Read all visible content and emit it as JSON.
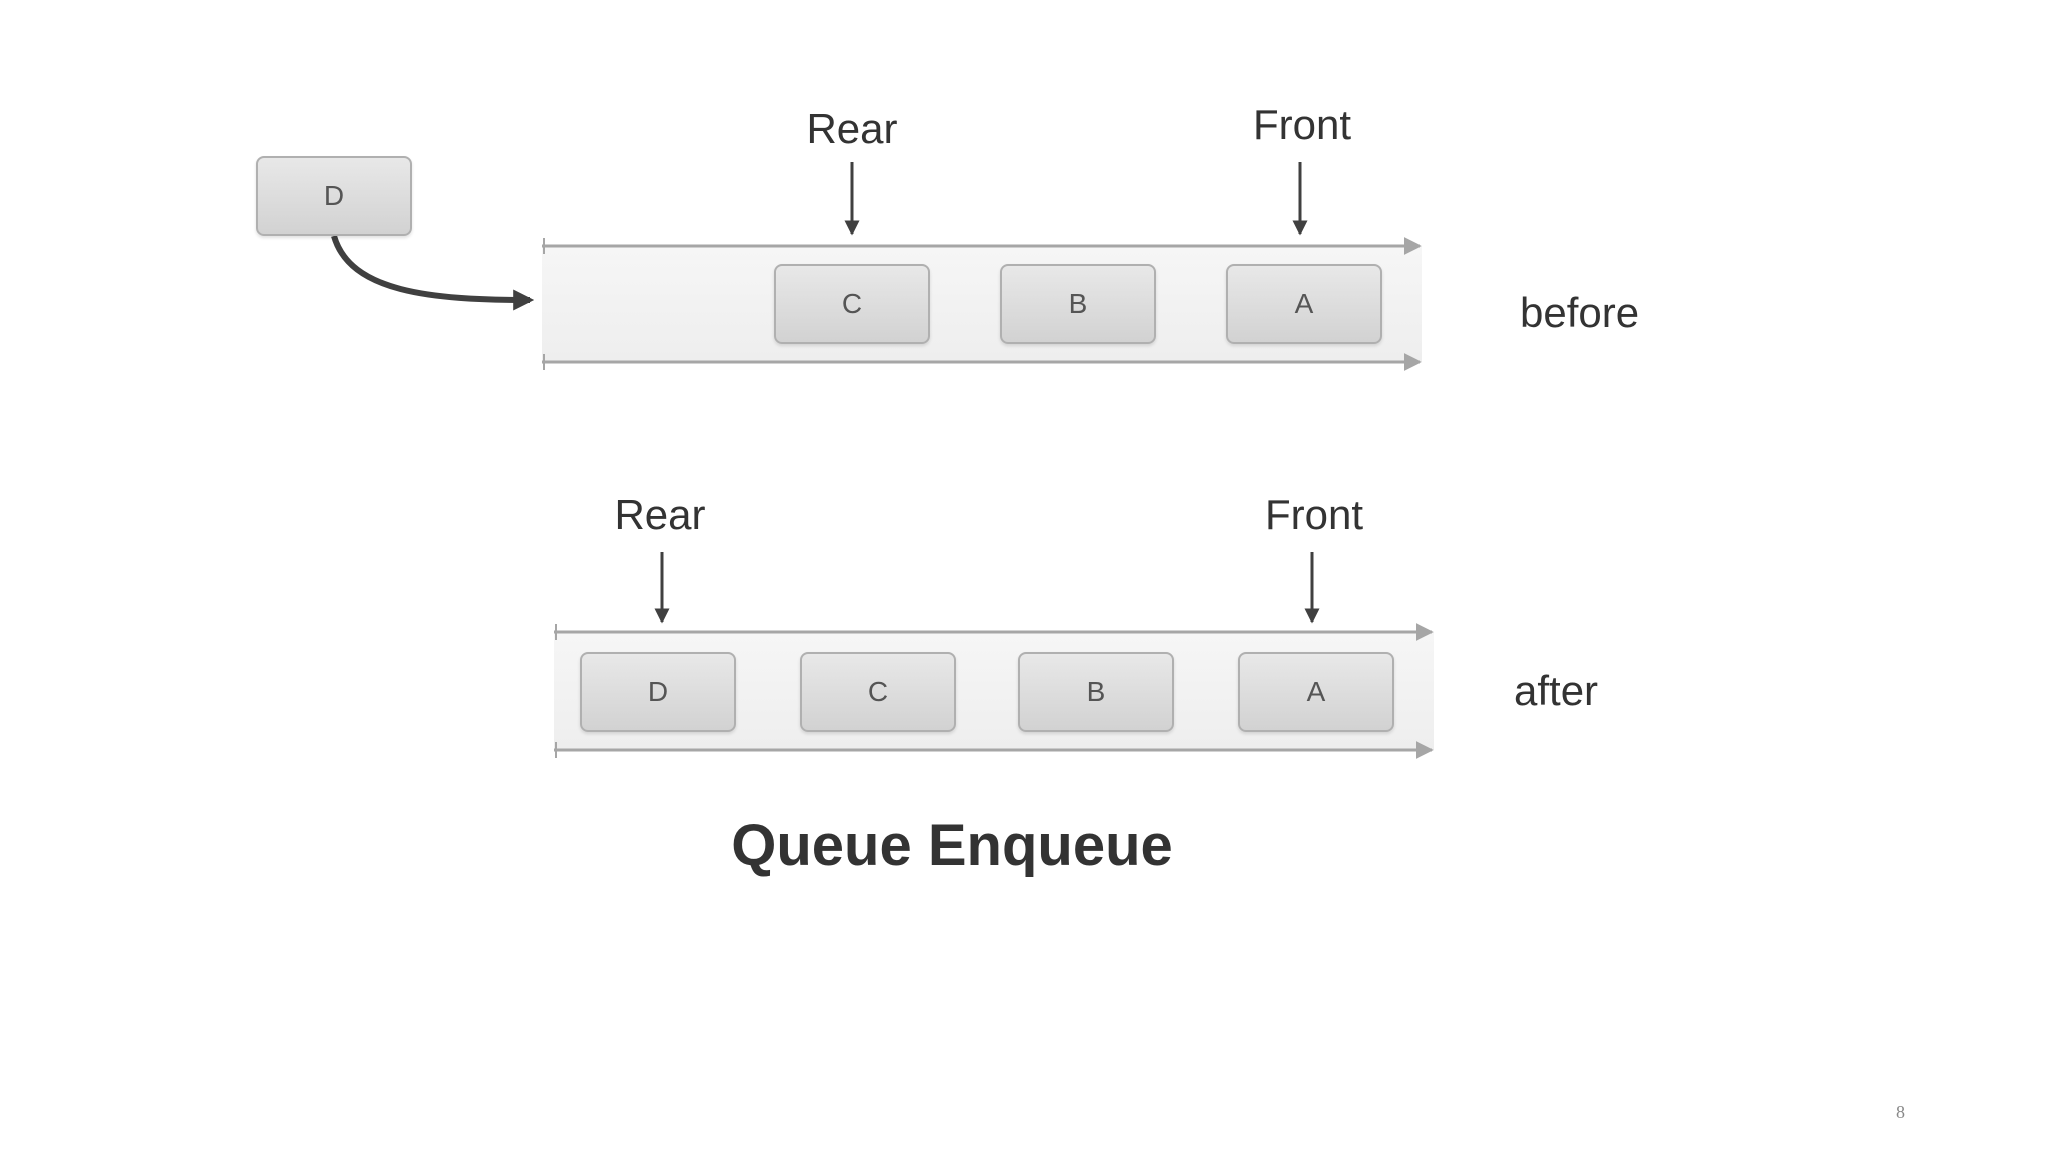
{
  "title": "Queue Enqueue",
  "page_number": "8",
  "incoming_element": "D",
  "before": {
    "label": "before",
    "rear_label": "Rear",
    "front_label": "Front",
    "elements": [
      "C",
      "B",
      "A"
    ]
  },
  "after": {
    "label": "after",
    "rear_label": "Rear",
    "front_label": "Front",
    "elements": [
      "D",
      "C",
      "B",
      "A"
    ]
  },
  "colors": {
    "text": "#333333",
    "box_fill": "#dcdcdc",
    "box_border": "#b0b0b0",
    "lane_line": "#a6a6a6",
    "enqueue_arrow": "#404040"
  }
}
